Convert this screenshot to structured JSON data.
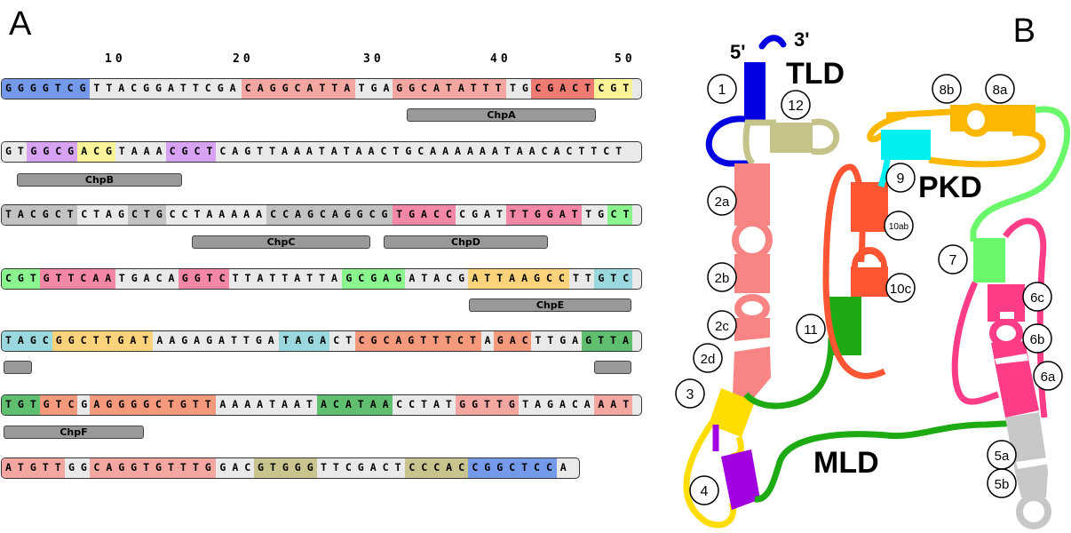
{
  "panel_a": {
    "letter": "A",
    "ruler": [
      "10",
      "20",
      "30",
      "40",
      "50"
    ],
    "rows": [
      {
        "segments": [
          {
            "text": "GGGGTCG",
            "color": "#7399e8"
          },
          {
            "text": "TTACGGATTCGA",
            "color": "#e9e9e9"
          },
          {
            "text": "CAGGCATTA",
            "color": "#f4a7a0"
          },
          {
            "text": "TGA",
            "color": "#e9e9e9"
          },
          {
            "text": "GGCATATTT",
            "color": "#f4a7a0"
          },
          {
            "text": "TG",
            "color": "#e9e9e9"
          },
          {
            "text": "CGACT",
            "color": "#ef7a72"
          },
          {
            "text": "CGT",
            "color": "#f9f49a"
          }
        ]
      },
      {
        "segments": [
          {
            "text": "GT",
            "color": "#e9e9e9"
          },
          {
            "text": "GGCG",
            "color": "#d8a2f2"
          },
          {
            "text": "ACG",
            "color": "#f9f49a"
          },
          {
            "text": "TAAA",
            "color": "#e9e9e9"
          },
          {
            "text": "CGCT",
            "color": "#d8a2f2"
          },
          {
            "text": "CAGTTAAATATAACTGCAAAAAATAACACTTCT",
            "color": "#e9e9e9"
          }
        ]
      },
      {
        "segments": [
          {
            "text": "TACGCT",
            "color": "#c2c2c2"
          },
          {
            "text": "CTAG",
            "color": "#e9e9e9"
          },
          {
            "text": "CTG",
            "color": "#c2c2c2"
          },
          {
            "text": "CCTAAAAA",
            "color": "#e9e9e9"
          },
          {
            "text": "CCAGCAGGCG",
            "color": "#c2c2c2"
          },
          {
            "text": "TGACC",
            "color": "#f287a6"
          },
          {
            "text": "CGAT",
            "color": "#e9e9e9"
          },
          {
            "text": "TTGGAT",
            "color": "#f287a6"
          },
          {
            "text": "TG",
            "color": "#e9e9e9"
          },
          {
            "text": "CT",
            "color": "#8af58e"
          }
        ]
      },
      {
        "segments": [
          {
            "text": "CGT",
            "color": "#8af58e"
          },
          {
            "text": "GTTCAA",
            "color": "#f287a6"
          },
          {
            "text": "TGACA",
            "color": "#e9e9e9"
          },
          {
            "text": "GGTC",
            "color": "#f287a6"
          },
          {
            "text": "TTATTATTA",
            "color": "#e9e9e9"
          },
          {
            "text": "GCGAG",
            "color": "#8af58e"
          },
          {
            "text": "ATACG",
            "color": "#e9e9e9"
          },
          {
            "text": "ATTAAGCC",
            "color": "#fcd27a"
          },
          {
            "text": "TT",
            "color": "#e9e9e9"
          },
          {
            "text": "GTC",
            "color": "#9ad8de"
          }
        ]
      },
      {
        "segments": [
          {
            "text": "TAGC",
            "color": "#9ad8de"
          },
          {
            "text": "GGCTTGAT",
            "color": "#fcd27a"
          },
          {
            "text": "AAGAGATTGA",
            "color": "#e9e9e9"
          },
          {
            "text": "TAGA",
            "color": "#9ad8de"
          },
          {
            "text": "CT",
            "color": "#e9e9e9"
          },
          {
            "text": "CGCAGTTTCT",
            "color": "#f4997c"
          },
          {
            "text": "A",
            "color": "#e9e9e9"
          },
          {
            "text": "GAC",
            "color": "#f4997c"
          },
          {
            "text": "TTGA",
            "color": "#e9e9e9"
          },
          {
            "text": "GTTA",
            "color": "#5fbf6e"
          }
        ]
      },
      {
        "segments": [
          {
            "text": "TGT",
            "color": "#5fbf6e"
          },
          {
            "text": "GTC",
            "color": "#f4997c"
          },
          {
            "text": "G",
            "color": "#e9e9e9"
          },
          {
            "text": "AGGGGCTGTT",
            "color": "#f4997c"
          },
          {
            "text": "AAAATAAT",
            "color": "#e9e9e9"
          },
          {
            "text": "ACATAA",
            "color": "#5fbf6e"
          },
          {
            "text": "CCTAT",
            "color": "#e9e9e9"
          },
          {
            "text": "GGTTG",
            "color": "#f4a7a0"
          },
          {
            "text": "TAGACA",
            "color": "#e9e9e9"
          },
          {
            "text": "AAT",
            "color": "#f4a7a0"
          }
        ]
      },
      {
        "segments": [
          {
            "text": "ATGTT",
            "color": "#f4a7a0"
          },
          {
            "text": "GG",
            "color": "#e9e9e9"
          },
          {
            "text": "CAGGTGTTTG",
            "color": "#f4a7a0"
          },
          {
            "text": "GAC",
            "color": "#e9e9e9"
          },
          {
            "text": "GTGGG",
            "color": "#c9c48d"
          },
          {
            "text": "TTCGACT",
            "color": "#e9e9e9"
          },
          {
            "text": "CCCAC",
            "color": "#c9c48d"
          },
          {
            "text": "CGGCTCC",
            "color": "#7399e8"
          },
          {
            "text": "A",
            "color": "#e9e9e9"
          }
        ]
      }
    ],
    "bars": [
      {
        "label": "ChpA"
      },
      {
        "label": "ChpB"
      },
      {
        "label": "ChpC"
      },
      {
        "label": "ChpD"
      },
      {
        "label": "ChpE"
      },
      {
        "label": ""
      },
      {
        "label": ""
      },
      {
        "label": "ChpF"
      }
    ]
  },
  "panel_b": {
    "letter": "B",
    "end_labels": {
      "five_prime": "5'",
      "three_prime": "3'"
    },
    "domains": {
      "tld": "TLD",
      "pkd": "PKD",
      "mld": "MLD"
    },
    "helix_labels": [
      "1",
      "12",
      "8b",
      "8a",
      "9",
      "2a",
      "10ab",
      "7",
      "2b",
      "10c",
      "6c",
      "2c",
      "11",
      "6b",
      "2d",
      "6a",
      "3",
      "5a",
      "5b",
      "4"
    ]
  }
}
